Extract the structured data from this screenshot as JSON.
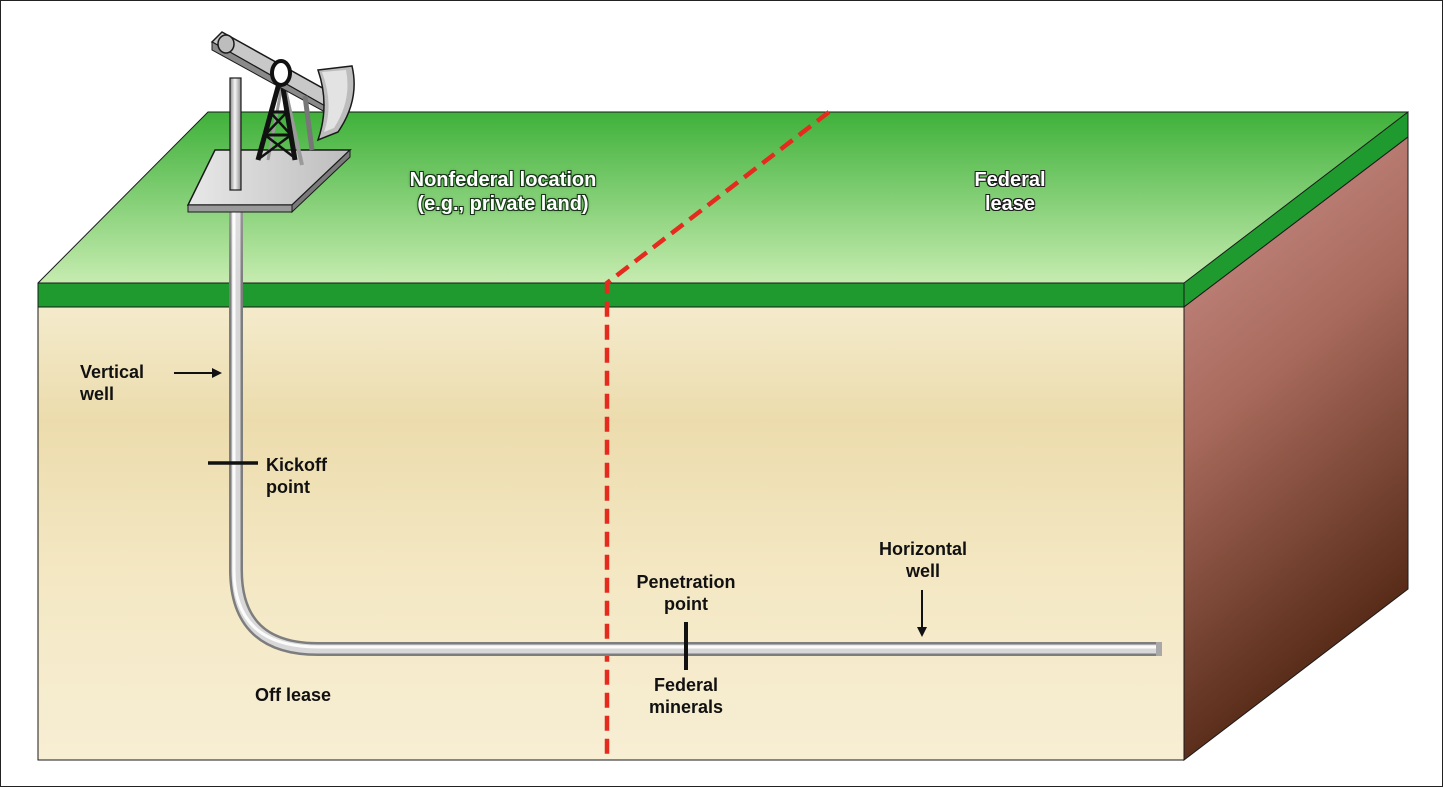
{
  "labels": {
    "nonfederal_line1": "Nonfederal location",
    "nonfederal_line2": "(e.g., private land)",
    "federal_lease_line1": "Federal",
    "federal_lease_line2": "lease",
    "vertical_well_line1": "Vertical",
    "vertical_well_line2": "well",
    "kickoff_line1": "Kickoff",
    "kickoff_line2": "point",
    "horizontal_well_line1": "Horizontal",
    "horizontal_well_line2": "well",
    "penetration_line1": "Penetration",
    "penetration_line2": "point",
    "federal_minerals_line1": "Federal",
    "federal_minerals_line2": "minerals",
    "off_lease": "Off lease"
  },
  "colors": {
    "grass_top": "#5ec64e",
    "grass_edge": "#1e9a2e",
    "soil_front": "#f2e6c0",
    "side_face_top": "#c98a88",
    "side_face_bottom": "#5a2a14",
    "boundary_line": "#e52a1e",
    "pipe": "#b8b8b8"
  }
}
